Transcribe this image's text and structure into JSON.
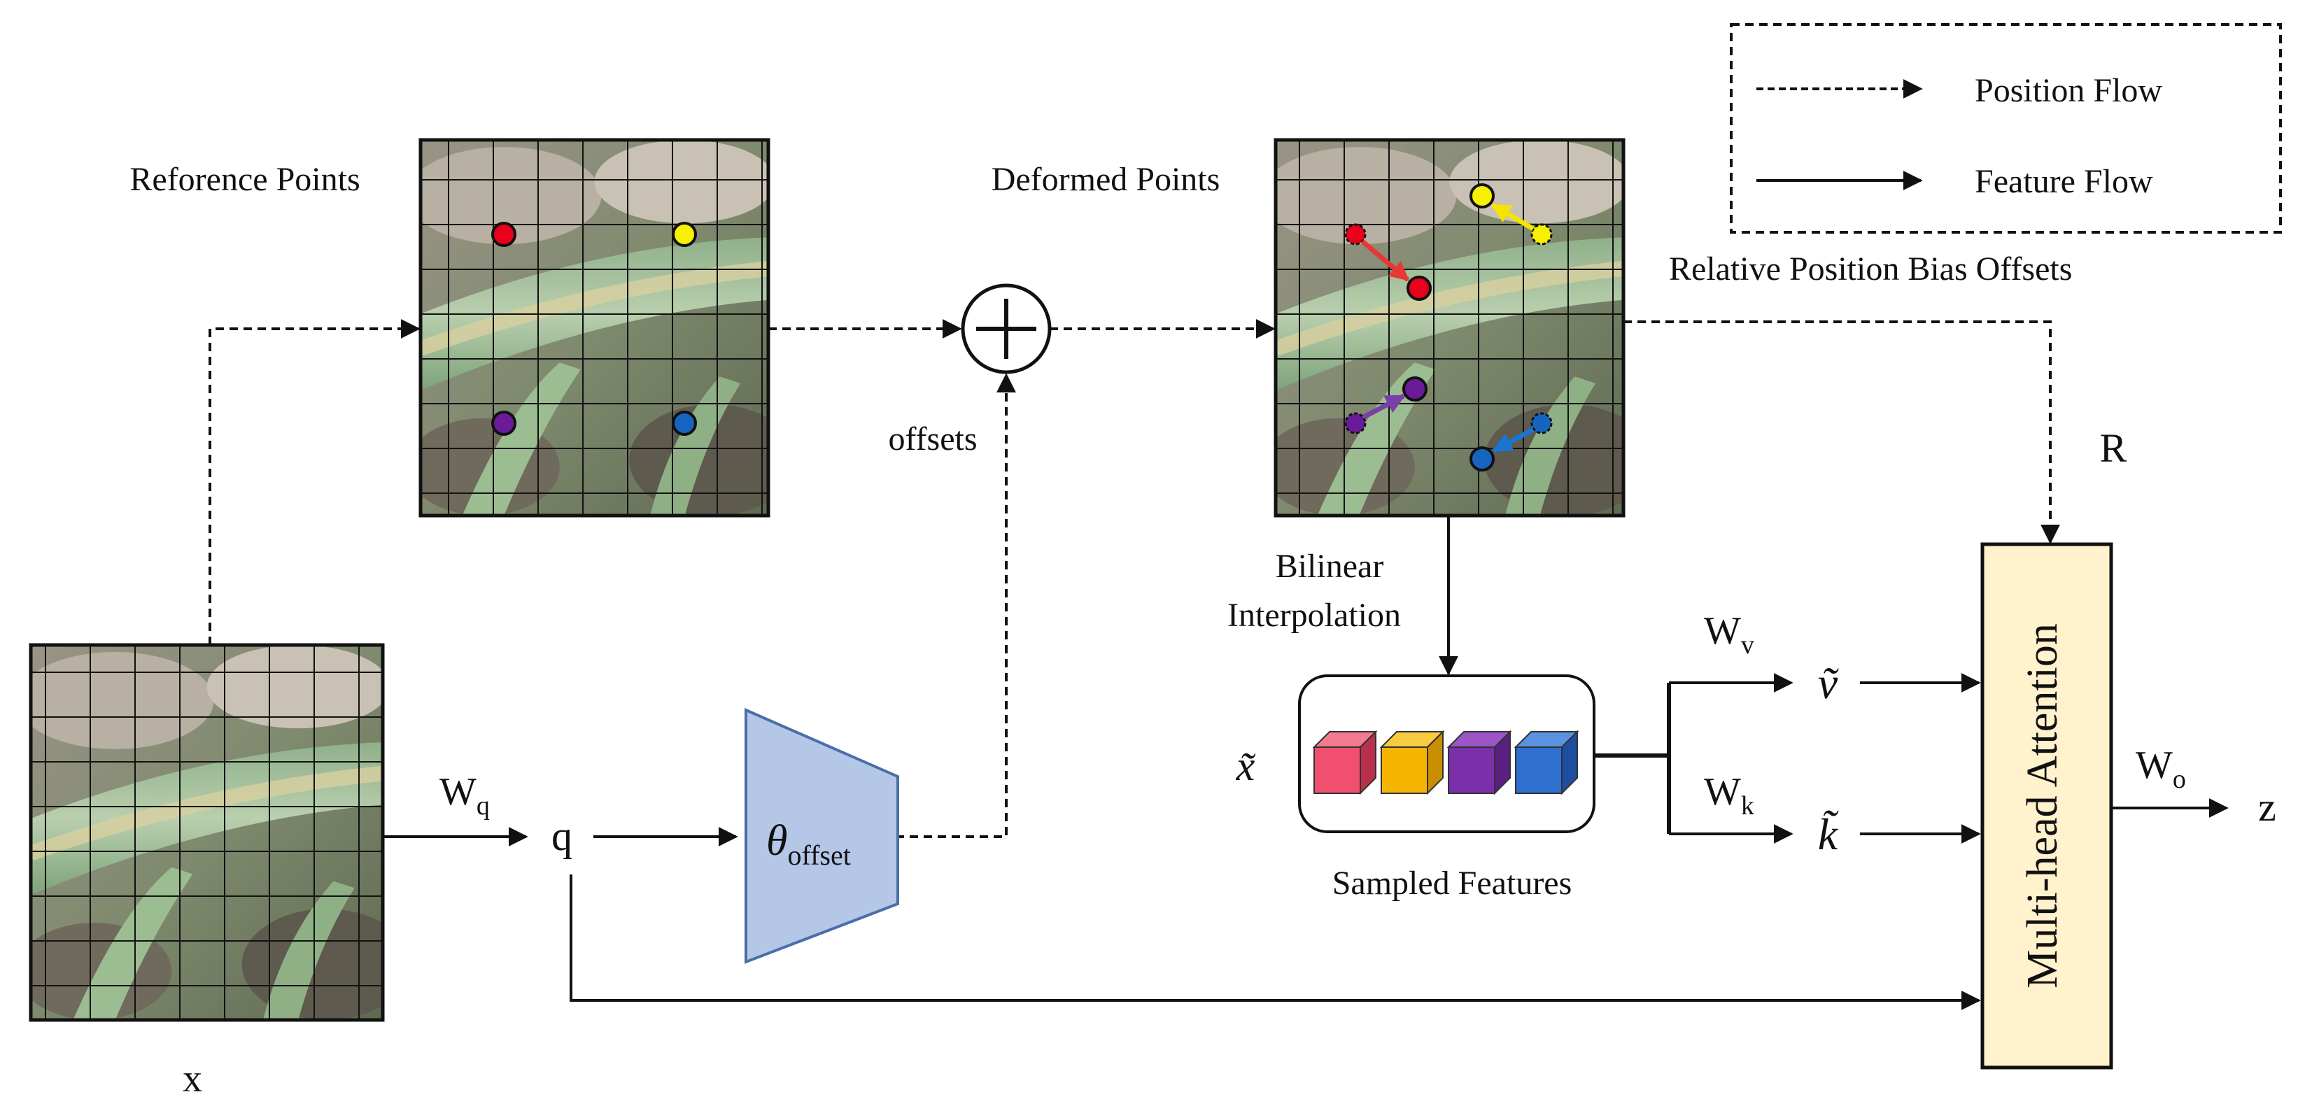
{
  "labels": {
    "reference_points": "Reforence Points",
    "deformed_points": "Deformed Points",
    "offsets": "offsets",
    "relative_position_bias_offsets": "Relative Position Bias Offsets",
    "r": "R",
    "bilinear": "Bilinear",
    "interpolation": "Interpolation",
    "x_input": "x",
    "wq_main": "W",
    "wq_sub": "q",
    "q": "q",
    "theta": "θ",
    "theta_sub": "offset",
    "x_tilde": "x̃",
    "sampled_features": "Sampled Features",
    "wv_main": "W",
    "wv_sub": "v",
    "wk_main": "W",
    "wk_sub": "k",
    "v_tilde": "ṽ",
    "k_tilde": "k̃",
    "mha": "Multi-head Attention",
    "wo_main": "W",
    "wo_sub": "o",
    "z": "z"
  },
  "legend": {
    "position_flow": "Position Flow",
    "feature_flow": "Feature Flow"
  },
  "colors": {
    "ref_red": "#e8001c",
    "ref_yellow": "#f7f000",
    "ref_purple": "#6a1b9a",
    "ref_blue": "#1565c0",
    "arrow_red": "#e53935",
    "arrow_yellow": "#f5e400",
    "arrow_purple": "#7b3fa8",
    "arrow_blue": "#1976d2",
    "theta_fill": "#b4c7e7",
    "theta_stroke": "#4a6fa8",
    "mha_fill": "#fff2cc",
    "cube_red": "#f0506e",
    "cube_orange": "#f5b400",
    "cube_purple": "#7b2fa8",
    "cube_blue": "#2e6fd0"
  }
}
